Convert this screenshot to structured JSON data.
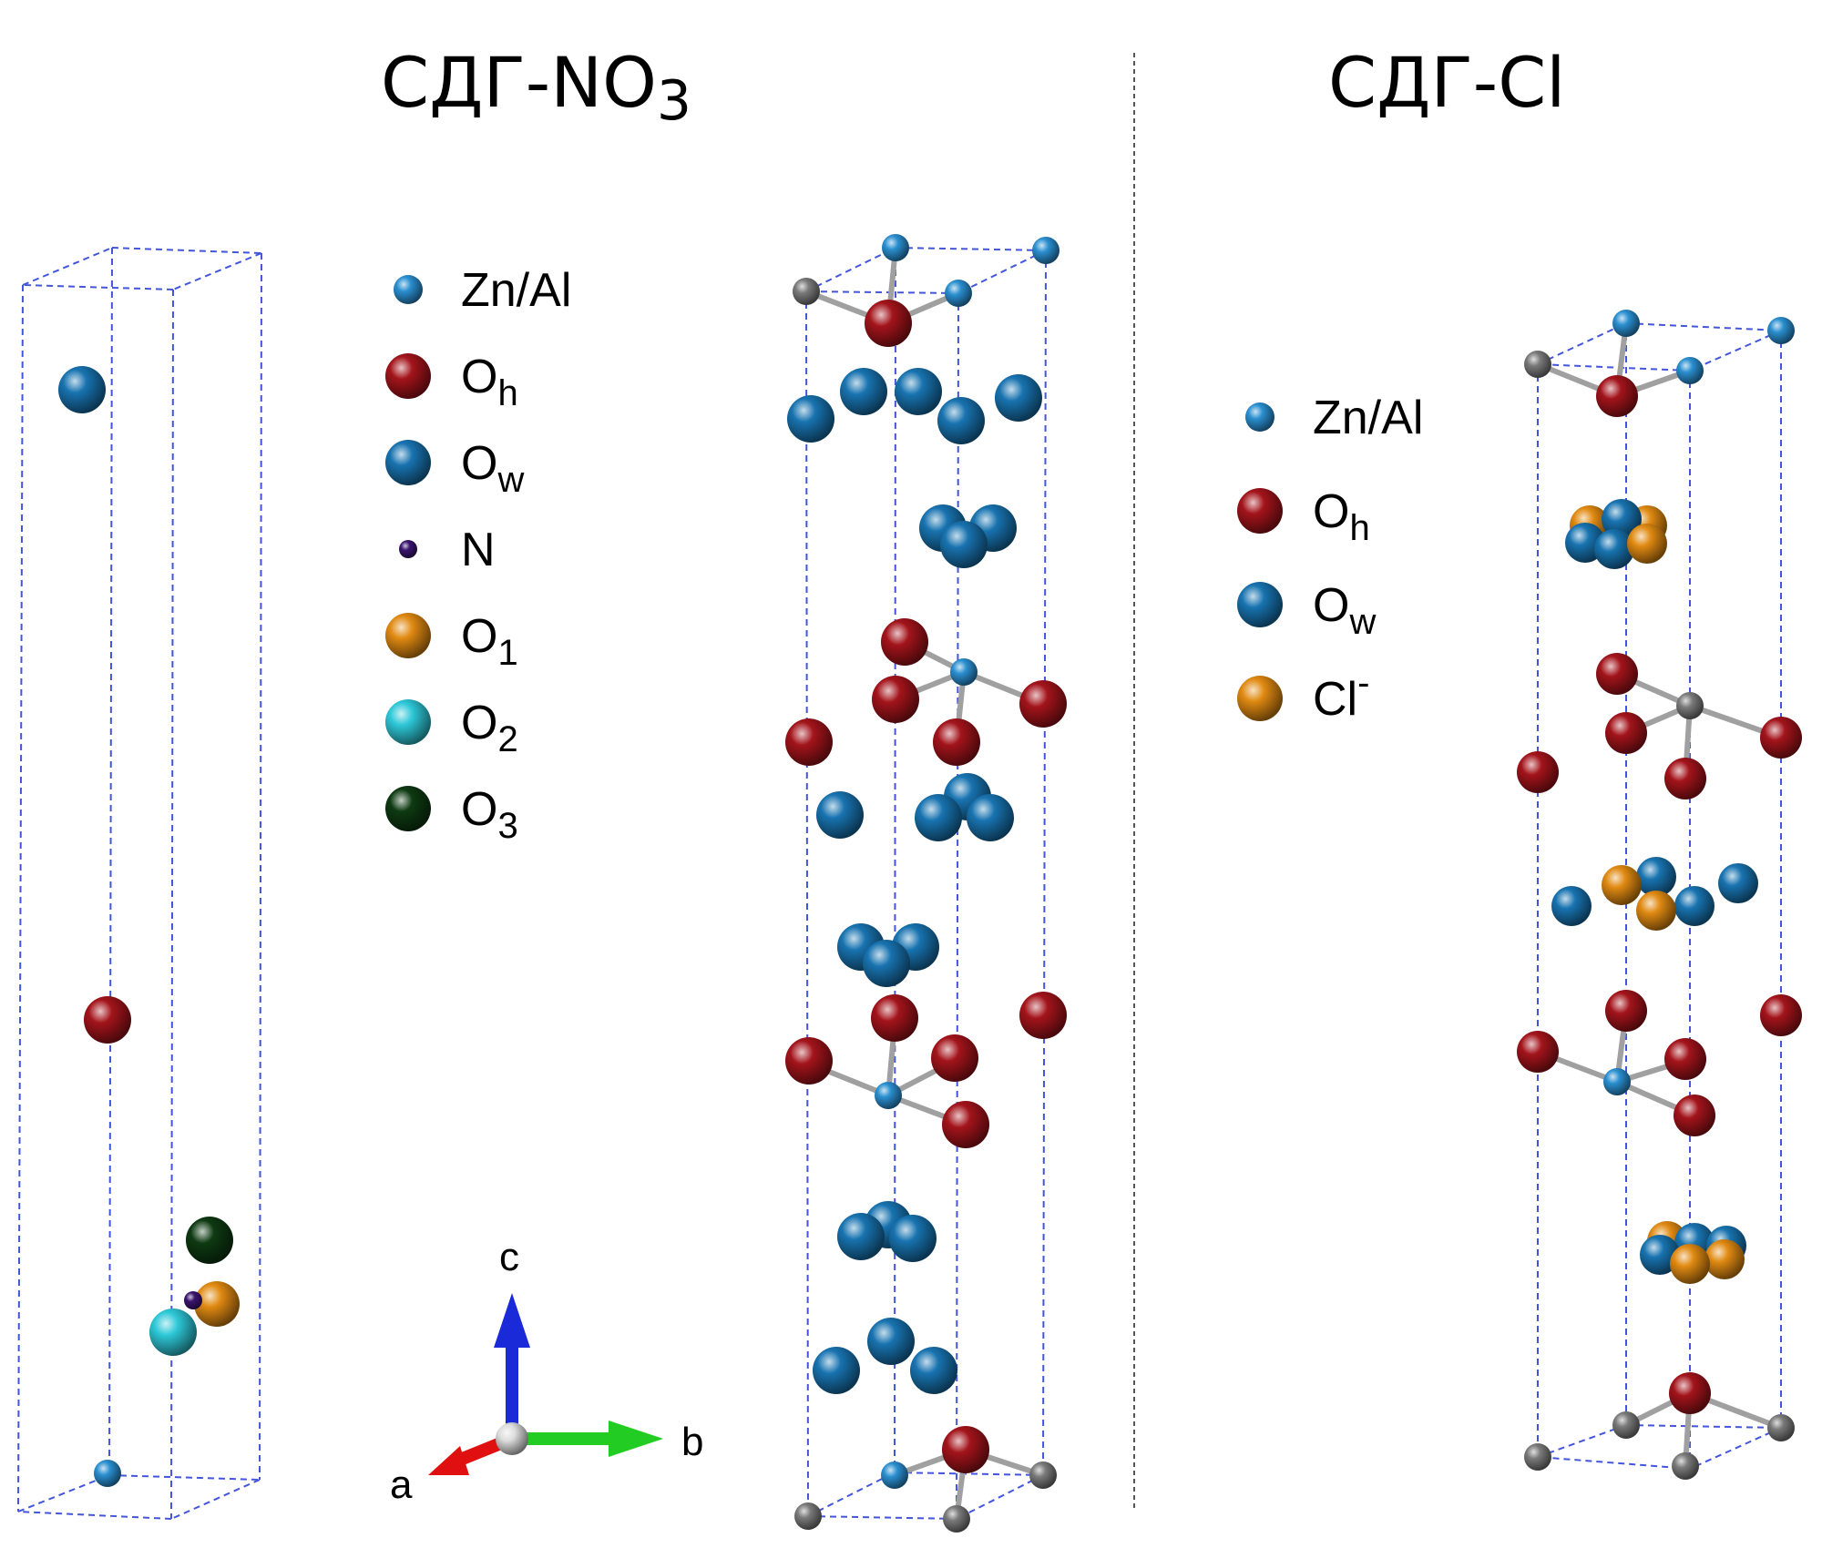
{
  "titles": {
    "left": "СДГ-NO",
    "left_sub": "3",
    "right": "СДГ-Cl"
  },
  "legend_no3": [
    {
      "base": "Zn/Al",
      "sub": "",
      "sup": "",
      "color": "#2a8fd0",
      "species": "zn-al"
    },
    {
      "base": "O",
      "sub": "h",
      "sup": "",
      "color": "#a3141b",
      "species": "oh"
    },
    {
      "base": "O",
      "sub": "w",
      "sup": "",
      "color": "#1873b0",
      "species": "ow"
    },
    {
      "base": "N",
      "sub": "",
      "sup": "",
      "color": "#3a1470",
      "species": "n"
    },
    {
      "base": "O",
      "sub": "1",
      "sup": "",
      "color": "#e08a12",
      "species": "o1"
    },
    {
      "base": "O",
      "sub": "2",
      "sup": "",
      "color": "#2ec8d8",
      "species": "o2"
    },
    {
      "base": "O",
      "sub": "3",
      "sup": "",
      "color": "#0e3a12",
      "species": "o3"
    }
  ],
  "legend_cl": [
    {
      "base": "Zn/Al",
      "sub": "",
      "sup": "",
      "color": "#2a8fd0",
      "species": "zn-al"
    },
    {
      "base": "O",
      "sub": "h",
      "sup": "",
      "color": "#a3141b",
      "species": "oh"
    },
    {
      "base": "O",
      "sub": "w",
      "sup": "",
      "color": "#1873b0",
      "species": "ow"
    },
    {
      "base": "Cl",
      "sub": "",
      "sup": "-",
      "color": "#e08a12",
      "species": "cl"
    }
  ],
  "axes": {
    "a": "a",
    "b": "b",
    "c": "c",
    "color_a": "#e01010",
    "color_b": "#22cc22",
    "color_c": "#1a2ad8"
  },
  "colors": {
    "cell": "#4455dd",
    "bond": "#a0a0a0",
    "divider": "#555555",
    "grey_atom": "#7a7a7a"
  }
}
